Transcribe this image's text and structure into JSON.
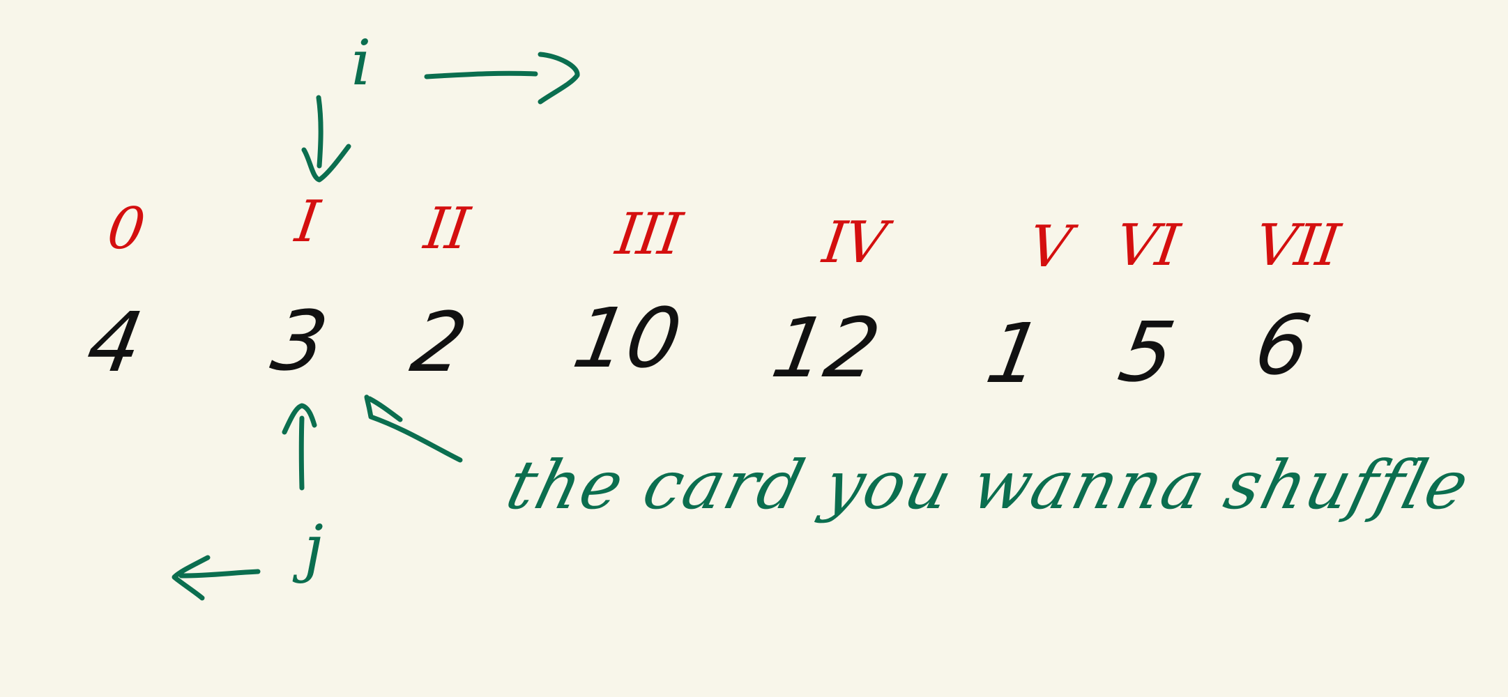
{
  "colors": {
    "background": "#f8f6ea",
    "index": "#d40f0f",
    "value": "#111111",
    "annotation": "#0b6e4f"
  },
  "indices": [
    "0",
    "I",
    "II",
    "III",
    "IV",
    "V",
    "VI",
    "VII"
  ],
  "values": [
    "4",
    "3",
    "2",
    "10",
    "12",
    "1",
    "5",
    "6"
  ],
  "pointers": {
    "top": "i",
    "bottom": "j"
  },
  "note": "the card you wanna shuffle"
}
